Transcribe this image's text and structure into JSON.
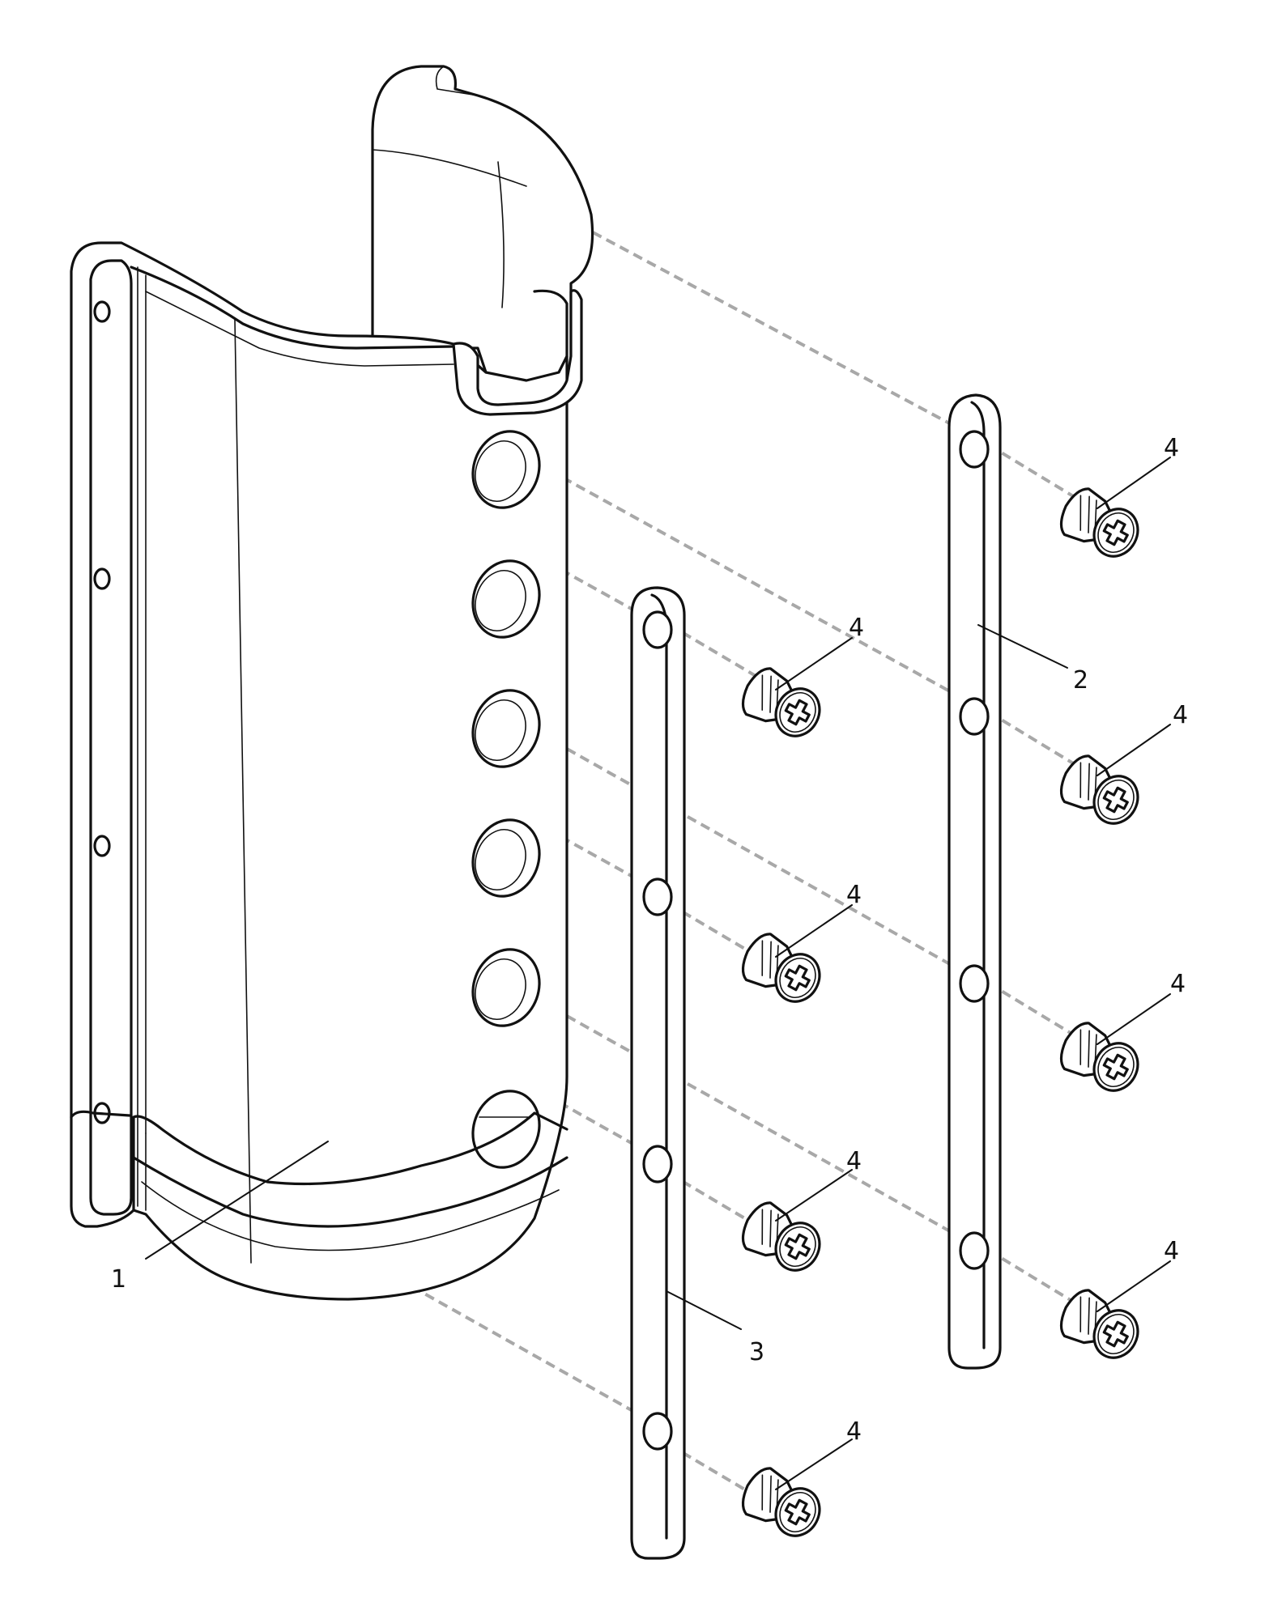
{
  "diagram": {
    "parts": [
      {
        "id": "housing",
        "number": "1"
      },
      {
        "id": "mounting-rail-right",
        "number": "2"
      },
      {
        "id": "mounting-rail-left",
        "number": "3"
      },
      {
        "id": "screw",
        "number": "4"
      }
    ],
    "screw_quantity": 8
  }
}
